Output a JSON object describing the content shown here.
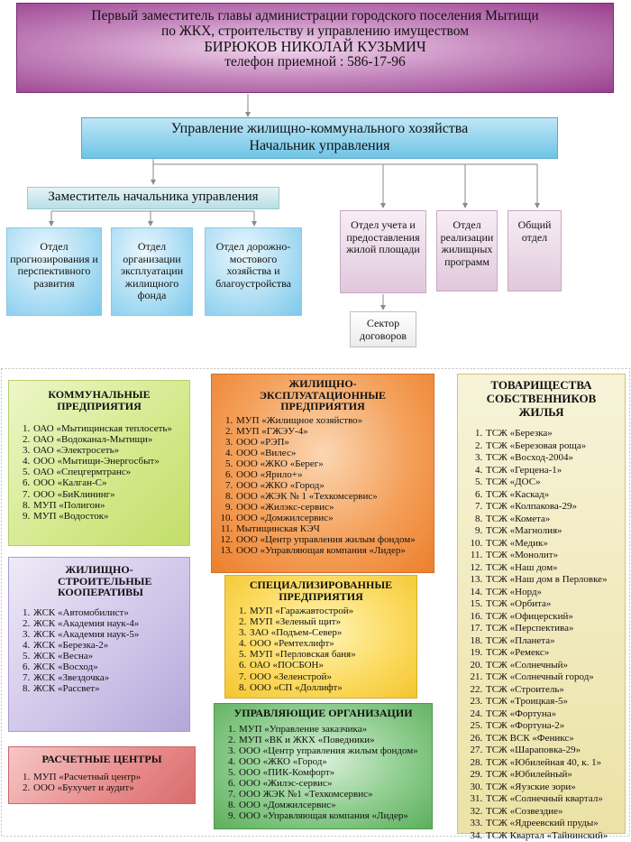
{
  "header": {
    "lines": [
      "Первый заместитель главы администрации городского поселения Мытищи",
      "по ЖКХ, строительству и управлению имуществом",
      "БИРЮКОВ НИКОЛАЙ КУЗЬМИЧ",
      "телефон приемной : 586-17-96"
    ]
  },
  "management": {
    "lines": [
      "Управление жилищно-коммунального хозяйства",
      "Начальник управления"
    ]
  },
  "deputy": {
    "label": "Заместитель начальника управления"
  },
  "departments": {
    "forecasting": "Отдел прогнозирования и перспективного развития",
    "housing_operation": "Отдел организации эксплуатации жилищного фонда",
    "road_bridge": "Отдел дорожно-мостового хозяйства и благоустройства",
    "accounting": "Отдел учета и предоставления жилой площади",
    "programs": "Отдел реализации жилищных программ",
    "general": "Общий отдел",
    "contracts_sector": "Сектор договоров"
  },
  "cards": {
    "communal": {
      "title": "КОММУНАЛЬНЫЕ ПРЕДПРИЯТИЯ",
      "items": [
        "ОАО «Мытищинская теплосеть»",
        "ОАО «Водоканал-Мытищи»",
        "ОАО «Электросеть»",
        "ООО «Мытищи-Энергосбыт»",
        "ОАО «Спецгермтранс»",
        "ООО «Калган-С»",
        "ООО «БиКлининг»",
        "МУП «Полигон»",
        "МУП «Водосток»"
      ]
    },
    "coops": {
      "title": "ЖИЛИЩНО-СТРОИТЕЛЬНЫЕ КООПЕРАТИВЫ",
      "items": [
        "ЖСК «Автомобилист»",
        "ЖСК «Академия наук-4»",
        "ЖСК «Академия наук-5»",
        "ЖСК «Березка-2»",
        "ЖСК «Весна»",
        "ЖСК «Восход»",
        "ЖСК «Звездочка»",
        "ЖСК «Рассвет»"
      ]
    },
    "settlement": {
      "title": "РАСЧЕТНЫЕ ЦЕНТРЫ",
      "items": [
        "МУП «Расчетный центр»",
        "ООО «Бухучет и аудит»"
      ]
    },
    "operating": {
      "title": "ЖИЛИЩНО-ЭКСПЛУАТАЦИОННЫЕ ПРЕДПРИЯТИЯ",
      "items": [
        "МУП «Жилищное хозяйство»",
        "МУП «ГЖЭУ-4»",
        "ООО «РЭП»",
        "ООО «Вилес»",
        "ООО «ЖКО «Берег»",
        "ООО «Ярило+»",
        "ООО «ЖКО «Город»",
        "ООО «ЖЭК № 1 «Техкомсервис»",
        "ООО «Жилэкс-сервис»",
        "ООО «Домжилсервис»",
        "Мытищинская КЭЧ",
        "ООО «Центр управления жилым фондом»",
        "ООО «Управляющая компания «Лидер»"
      ]
    },
    "specialized": {
      "title": "СПЕЦИАЛИЗИРОВАННЫЕ ПРЕДПРИЯТИЯ",
      "items": [
        "МУП «Гаражавтострой»",
        "МУП «Зеленый щит»",
        "ЗАО «Подъем-Север»",
        "ООО «Ремтехлифт»",
        "МУП «Перловская баня»",
        "ОАО «ПОСБОН»",
        "ООО «Зеленстрой»",
        "ООО «СП «Доллифт»"
      ]
    },
    "management_orgs": {
      "title": "УПРАВЛЯЮЩИЕ ОРГАНИЗАЦИИ",
      "items": [
        "МУП «Управление заказчика»",
        "МУП «ВК и ЖКХ «Поведники»",
        "ООО «Центр управления жилым фондом»",
        "ООО «ЖКО «Город»",
        "ООО «ПИК-Комфорт»",
        "ООО «Жилэс-сервис»",
        "ООО ЖЭК №1 «Техкомсервис»",
        "ООО «Домжилсервис»",
        "ООО «Управляющая компания «Лидер»"
      ]
    },
    "hoa": {
      "title": "ТОВАРИЩЕСТВА СОБСТВЕННИКОВ ЖИЛЬЯ",
      "items": [
        "ТСЖ «Березка»",
        "ТСЖ «Березовая роща»",
        "ТСЖ «Восход-2004»",
        "ТСЖ «Герцена-1»",
        "ТСЖ «ДОС»",
        "ТСЖ «Каскад»",
        "ТСЖ «Колпакова-29»",
        "ТСЖ «Комета»",
        "ТСЖ «Магнолия»",
        "ТСЖ «Медик»",
        "ТСЖ «Монолит»",
        "ТСЖ «Наш дом»",
        "ТСЖ «Наш дом в Перловке»",
        "ТСЖ «Норд»",
        "ТСЖ «Орбита»",
        "ТСЖ «Офицерский»",
        "ТСЖ «Перспектива»",
        "ТСЖ «Планета»",
        "ТСЖ «Ремекс»",
        "ТСЖ «Солнечный»",
        "ТСЖ «Солнечный город»",
        "ТСЖ «Строитель»",
        "ТСЖ «Троицкая-5»",
        "ТСЖ «Фортуна»",
        "ТСЖ «Фортуна-2»",
        "ТСЖ ВСК «Феникс»",
        "ТСЖ «Шараповка-29»",
        "ТСЖ «Юбилейная 40, к. 1»",
        "ТСЖ «Юбилейный»",
        "ТСЖ «Яузские зори»",
        "ТСЖ «Солнечный квартал»",
        "ТСЖ «Созвездие»",
        "ТСЖ «Ядреевский пруды»",
        "ТСЖ Квартал «Тайнинский»"
      ]
    }
  },
  "colors": {
    "head": "#a24c97",
    "management": "#7fcbe9",
    "blue_dept": "#a9dcf3",
    "pink_dept": "#e3cce0",
    "wire": "#8a8a8a"
  }
}
